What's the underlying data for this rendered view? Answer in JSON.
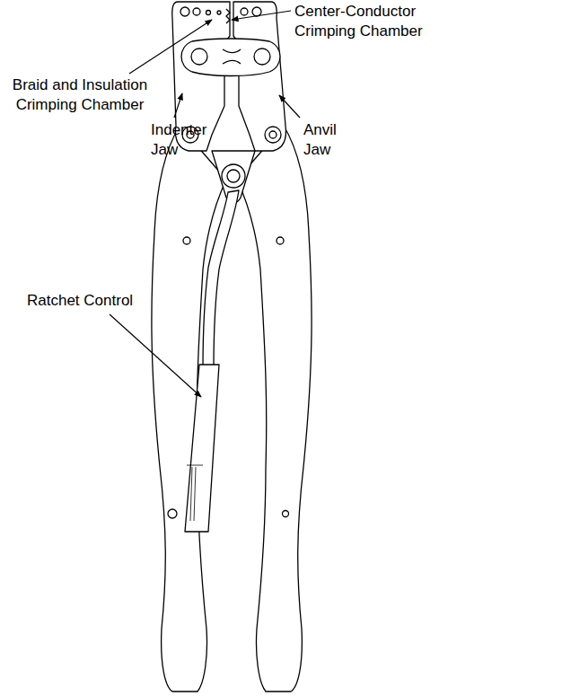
{
  "diagram": {
    "labels": [
      "Braid and Insulation Crimping Chamber",
      "Center-Conductor Crimping Chamber",
      "Indenter Jaw",
      "Anvil Jaw",
      "Ratchet Control"
    ]
  }
}
